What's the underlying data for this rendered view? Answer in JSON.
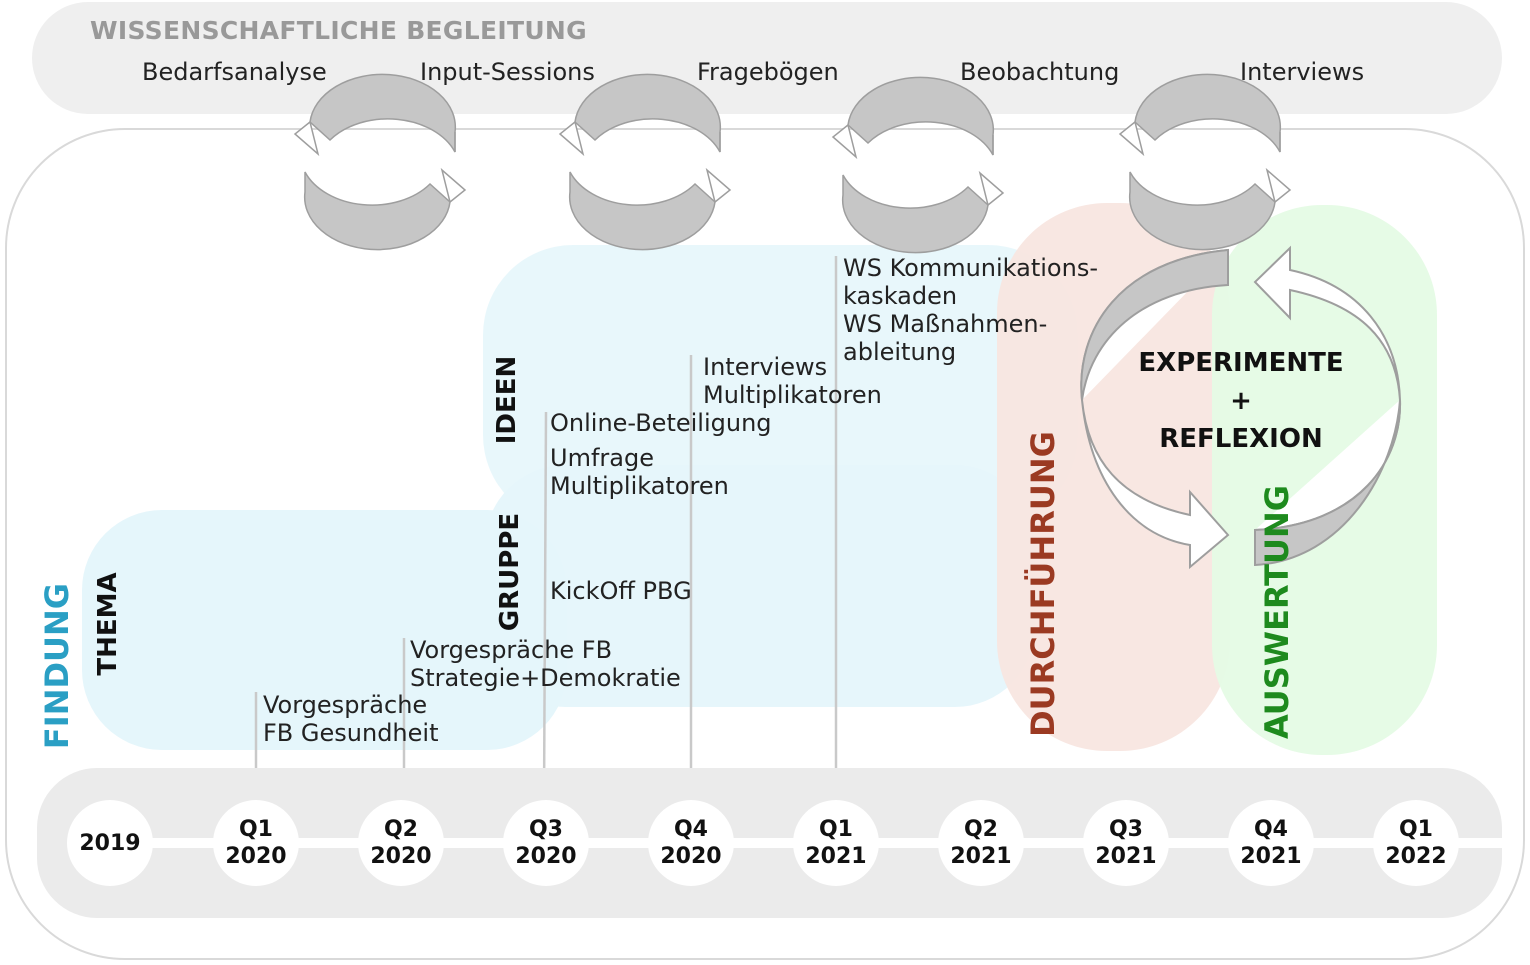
{
  "begleitung": {
    "title": "WISSENSCHAFTLICHE BEGLEITUNG",
    "methods": [
      "Bedarfsanalyse",
      "Input-Sessions",
      "Fragebögen",
      "Beobachtung",
      "Interviews"
    ]
  },
  "phases": {
    "findung": "FINDUNG",
    "thema": "THEMA",
    "gruppe": "GRUPPE",
    "ideen": "IDEEN",
    "durchfuehrung": "DURCHFÜHRUNG",
    "auswertung": "AUSWERTUNG"
  },
  "cycle": {
    "line1": "EXPERIMENTE",
    "line2": "+",
    "line3": "REFLEXION"
  },
  "milestones": {
    "m1": [
      "Vorgespräche",
      "FB Gesundheit"
    ],
    "m2": [
      "Vorgespräche FB",
      "Strategie+Demokratie"
    ],
    "m3a": [
      "KickOff PBG"
    ],
    "m3b": [
      "Umfrage",
      "Multiplikatoren"
    ],
    "m3c": [
      "Online-Beteiligung"
    ],
    "m4": [
      "Interviews",
      "Multiplikatoren"
    ],
    "m5": [
      "WS Kommunikations-",
      "kaskaden",
      "WS Maßnahmen-",
      "ableitung"
    ]
  },
  "timeline": [
    {
      "q": "2019",
      "y": ""
    },
    {
      "q": "Q1",
      "y": "2020"
    },
    {
      "q": "Q2",
      "y": "2020"
    },
    {
      "q": "Q3",
      "y": "2020"
    },
    {
      "q": "Q4",
      "y": "2020"
    },
    {
      "q": "Q1",
      "y": "2021"
    },
    {
      "q": "Q2",
      "y": "2021"
    },
    {
      "q": "Q3",
      "y": "2021"
    },
    {
      "q": "Q4",
      "y": "2021"
    },
    {
      "q": "Q1",
      "y": "2022"
    }
  ],
  "colors": {
    "findung": "#2a9fc4",
    "durchfuehrung": "#9b3a22",
    "auswertung": "#1e8a1e",
    "blueBlob": "#e5f6fb",
    "redBlob": "#f8e6e0",
    "greenBlob": "#e5fbe5",
    "arrowGray": "#c6c6c6"
  }
}
